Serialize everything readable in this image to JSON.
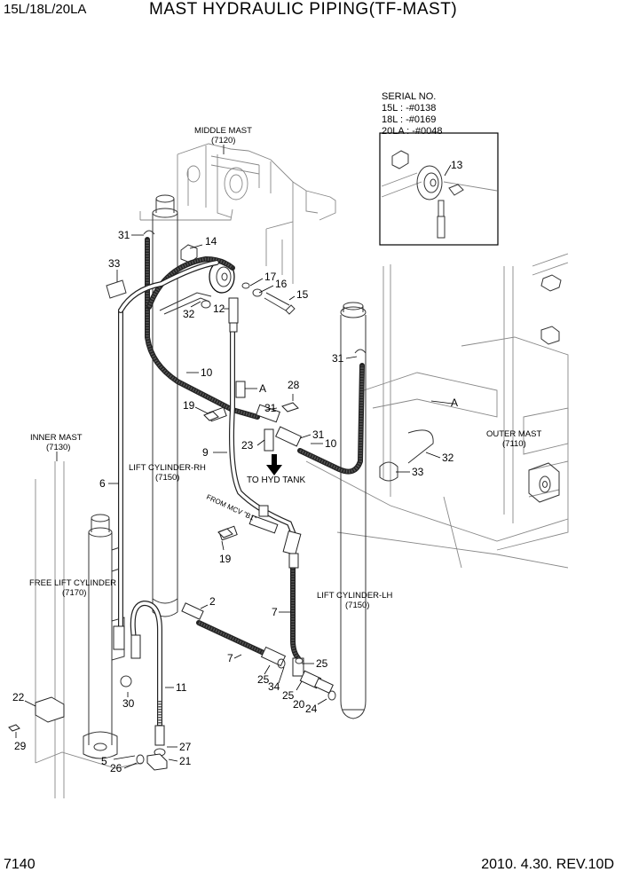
{
  "header": {
    "model": "15L/18L/20LA",
    "title": "MAST HYDRAULIC PIPING(TF-MAST)"
  },
  "footer": {
    "page": "7140",
    "date_rev": "2010. 4.30.  REV.10D"
  },
  "serial_box": {
    "title": "SERIAL NO.",
    "lines": [
      "15L : -#0138",
      "18L : -#0169",
      "20LA : -#0048"
    ]
  },
  "labels": {
    "middle_mast": "MIDDLE MAST",
    "middle_mast_code": "(7120)",
    "inner_mast": "INNER MAST",
    "inner_mast_code": "(7130)",
    "outer_mast": "OUTER MAST",
    "outer_mast_code": "(7110)",
    "lift_cyl_rh": "LIFT CYLINDER-RH",
    "lift_cyl_rh_code": "(7150)",
    "lift_cyl_lh": "LIFT CYLINDER-LH",
    "lift_cyl_lh_code": "(7150)",
    "free_lift_cyl": "FREE LIFT CYLINDER",
    "free_lift_cyl_code": "(7170)",
    "to_hyd_tank": "TO HYD TANK",
    "from_mcv": "FROM MCV \"B1\"",
    "detail_a": "A"
  },
  "callouts": [
    "13",
    "31",
    "14",
    "33",
    "17",
    "16",
    "15",
    "32",
    "12",
    "10",
    "A",
    "28",
    "19",
    "31",
    "9",
    "23",
    "31",
    "10",
    "A",
    "32",
    "33",
    "6",
    "2",
    "19",
    "7",
    "7",
    "25",
    "25",
    "34",
    "25",
    "20",
    "24",
    "11",
    "30",
    "22",
    "29",
    "27",
    "21",
    "5",
    "26",
    "31"
  ]
}
